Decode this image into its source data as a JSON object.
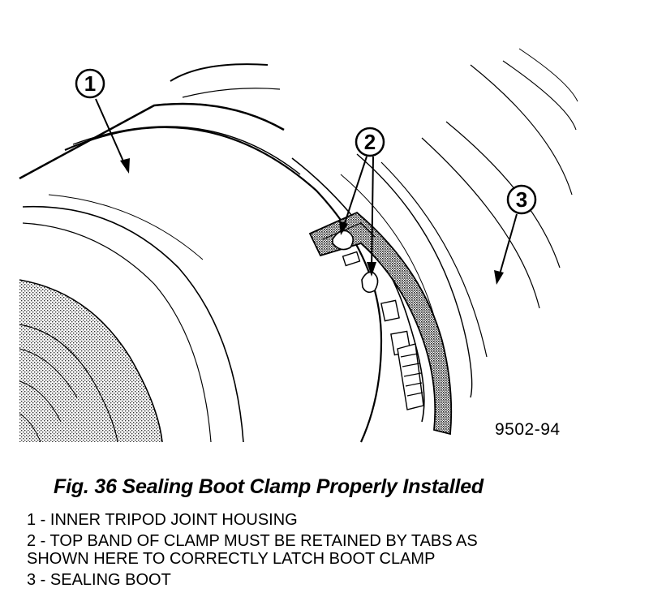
{
  "callouts": [
    {
      "number": "1"
    },
    {
      "number": "2"
    },
    {
      "number": "3"
    }
  ],
  "drawing_code": "9502-94",
  "caption": "Fig. 36 Sealing Boot Clamp Properly Installed",
  "legend": [
    {
      "text": "1 - INNER TRIPOD JOINT HOUSING"
    },
    {
      "text": "2 - TOP BAND OF CLAMP MUST BE RETAINED BY TABS AS\nSHOWN HERE TO CORRECTLY LATCH BOOT CLAMP"
    },
    {
      "text": "3 - SEALING BOOT"
    }
  ]
}
